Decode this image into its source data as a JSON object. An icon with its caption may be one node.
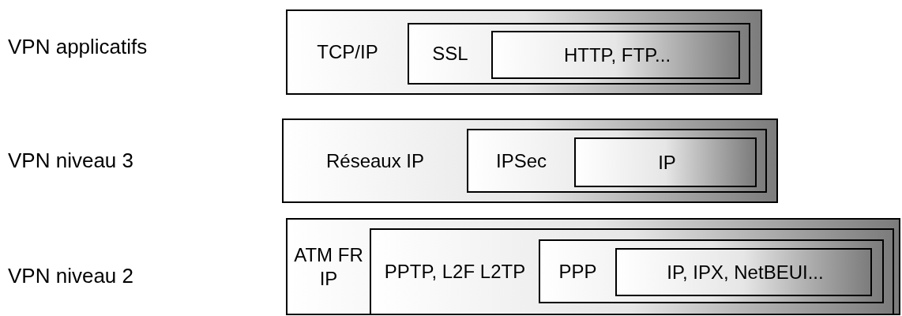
{
  "diagram": {
    "nodes": [
      {
        "text": [
          "TCP/IP"
        ]
      },
      {
        "text": [
          "SSL"
        ],
        "in": 0
      },
      {
        "text": [
          "HTTP, FTP..."
        ],
        "in": 1
      },
      {
        "text": [
          "Réseaux IP"
        ]
      },
      {
        "text": [
          "IPSec"
        ],
        "in": 3
      },
      {
        "text": [
          "IP"
        ],
        "in": 4
      },
      {
        "text": [
          "ATM FR IP"
        ]
      },
      {
        "text": [
          "PPTP, L2F L2TP"
        ],
        "in": 6
      },
      {
        "text": [
          "PPP"
        ],
        "in": 7
      },
      {
        "text": [
          "IP, IPX, NetBEUI..."
        ],
        "in": 8
      }
    ],
    "labels": [
      "VPN applicatifs",
      "VPN niveau 3",
      "VPN niveau 2"
    ]
  }
}
